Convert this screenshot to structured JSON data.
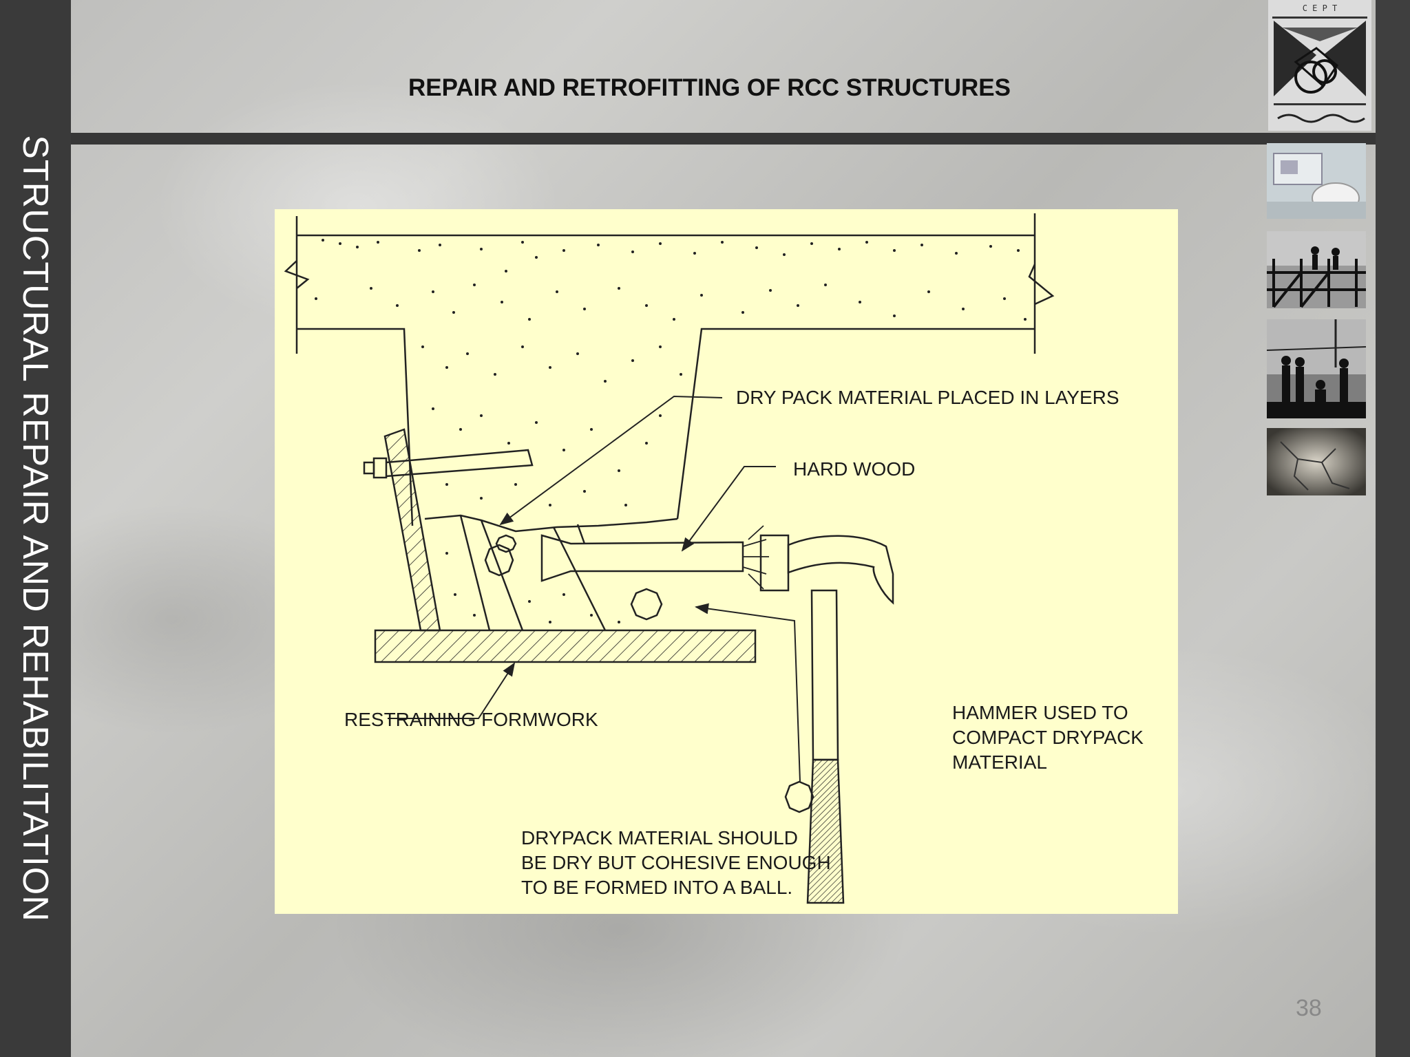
{
  "side_title": "STRUCTURAL REPAIR AND REHABILITATION",
  "header_title": "REPAIR AND RETROFITTING OF RCC STRUCTURES",
  "logo_text": "C E P T",
  "diagram": {
    "labels": {
      "dry_pack_layers": "DRY PACK MATERIAL PLACED IN LAYERS",
      "hard_wood": "HARD WOOD",
      "restraining_formwork": "RESTRAINING FORMWORK",
      "hammer_lines": [
        "HAMMER USED TO",
        "COMPACT DRYPACK",
        "MATERIAL"
      ],
      "drypack_note_lines": [
        "DRYPACK MATERIAL SHOULD",
        "BE DRY BUT COHESIVE ENOUGH",
        "TO BE FORMED INTO A BALL."
      ]
    }
  },
  "page_number": "38",
  "colors": {
    "diagram_bg": "#ffffcc",
    "side_bar": "#3a3a3a",
    "rule": "#373737"
  }
}
